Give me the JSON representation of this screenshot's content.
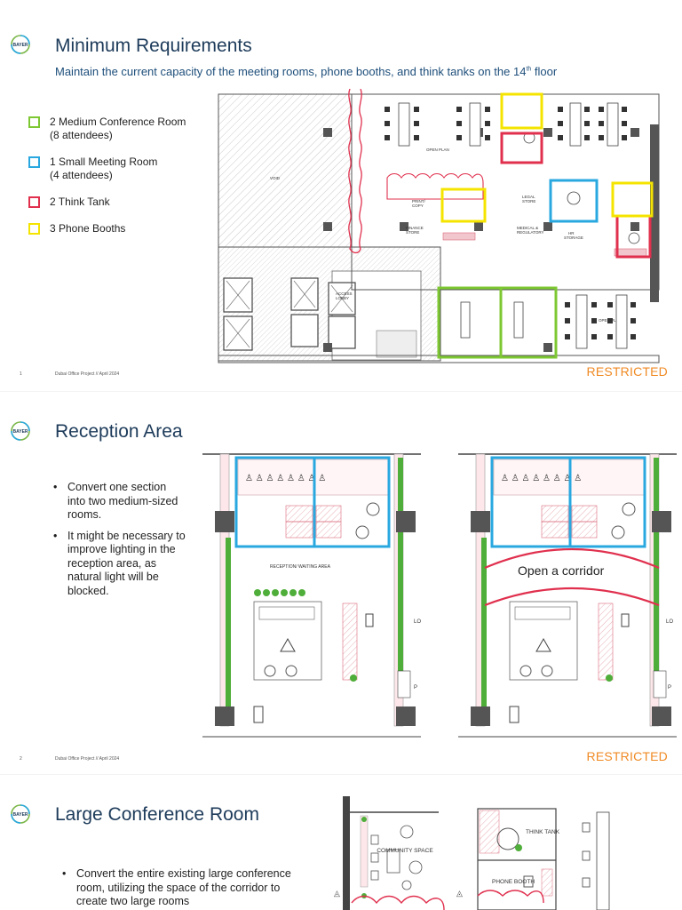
{
  "colors": {
    "title": "#1d3b5a",
    "subtitle": "#1d4e7a",
    "green": "#7dc832",
    "blue": "#29a8e0",
    "red": "#e0304e",
    "yellow": "#f4e400",
    "restricted": "#f08a24"
  },
  "slides": [
    {
      "logo": "BAYER",
      "title": "Minimum Requirements",
      "subtitle_main": "Maintain the current capacity of the meeting rooms, phone booths, and think tanks on the 14",
      "subtitle_sup": "th",
      "subtitle_end": " floor",
      "legend": [
        {
          "icon": "green-square-icon",
          "line1": "2 Medium Conference Room",
          "line2": "(8 attendees)"
        },
        {
          "icon": "blue-square-icon",
          "line1": "1 Small Meeting Room",
          "line2": "(4 attendees)"
        },
        {
          "icon": "red-square-icon",
          "line1": "2 Think Tank",
          "line2": ""
        },
        {
          "icon": "yellow-square-icon",
          "line1": "3 Phone Booths",
          "line2": ""
        }
      ],
      "page": "1",
      "footer": "Dubai Office Project // April 2024",
      "classification": "RESTRICTED"
    },
    {
      "logo": "BAYER",
      "title": "Reception Area",
      "bullets": [
        "Convert one section into two medium-sized rooms.",
        "It might be necessary to improve lighting in the reception area, as natural light will be blocked."
      ],
      "plan_label": "RECEPTION/ WAITING AREA",
      "corridor_label": "Open a corridor",
      "page": "2",
      "footer": "Dubai Office Project // April 2024",
      "classification": "RESTRICTED"
    },
    {
      "logo": "BAYER",
      "title": "Large Conference Room",
      "bullets": [
        "Convert the entire existing large conference room, utilizing the space of the corridor to create two large rooms"
      ],
      "labels": {
        "community": "COMMUNITY SPACE",
        "think_tank": "THINK TANK",
        "phone_booth": "PHONE BOOTH"
      }
    }
  ]
}
